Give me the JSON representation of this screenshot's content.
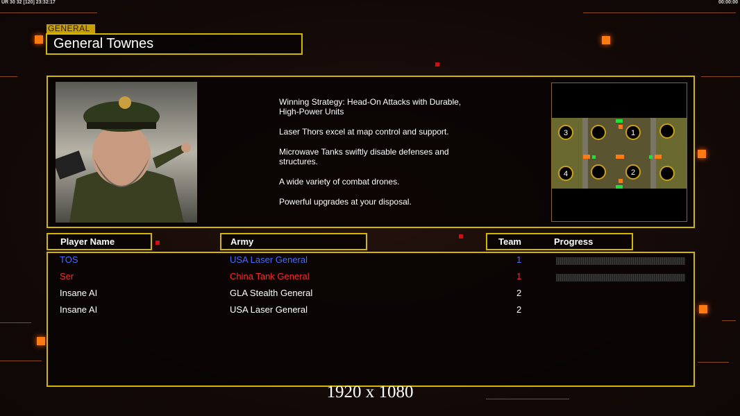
{
  "overlay": {
    "fps": "UR 30 32 [120] 23:32:17",
    "clock": "00:00:00",
    "resolution": "1920 x 1080"
  },
  "header": {
    "tag": "GENERAL",
    "title": "General Townes"
  },
  "description": [
    "Winning Strategy: Head-On Attacks with Durable,\n High-Power Units",
    "Laser Thors excel at map control and support.",
    "Microwave Tanks swiftly disable defenses and\n structures.",
    "A wide variety of combat drones.",
    "Powerful upgrades at your disposal."
  ],
  "map": {
    "start_positions": [
      "1",
      "2",
      "3",
      "4"
    ]
  },
  "columns": {
    "player": "Player Name",
    "army": "Army",
    "team": "Team",
    "progress": "Progress"
  },
  "players": [
    {
      "name": "TOS",
      "army": "USA Laser General",
      "team": "1",
      "progress": 0,
      "color": "#4a6cff"
    },
    {
      "name": "Ser",
      "army": "China Tank General",
      "team": "1",
      "progress": 0,
      "color": "#ff2a2a"
    },
    {
      "name": "Insane AI",
      "army": "GLA Stealth General",
      "team": "2",
      "color": "#ffffff"
    },
    {
      "name": "Insane AI",
      "army": "USA Laser General",
      "team": "2",
      "color": "#ffffff"
    }
  ]
}
